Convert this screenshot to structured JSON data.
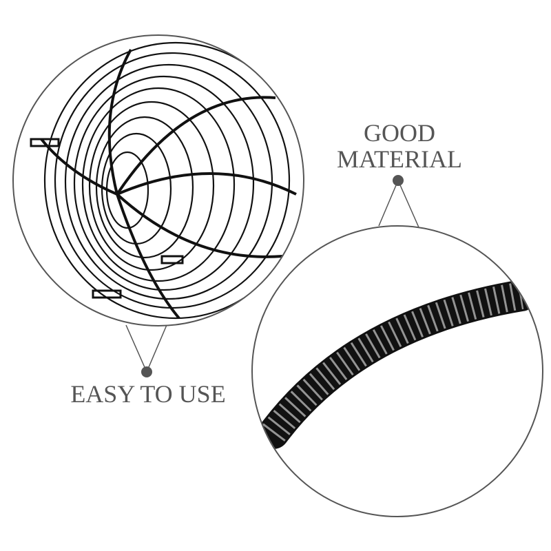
{
  "callouts": [
    {
      "id": "good-material",
      "lines": [
        "GOOD",
        "MATERIAL"
      ]
    },
    {
      "id": "easy-to-use",
      "lines": [
        "EASY TO USE"
      ]
    }
  ],
  "colors": {
    "text": "#555555",
    "outline": "#555555",
    "wire": "#111111",
    "background": "#ffffff"
  },
  "images": [
    {
      "name": "wire-basket-detail",
      "description": "close-up of black wire basket"
    },
    {
      "name": "spring-coil-detail",
      "description": "close-up of black coiled spring wire"
    }
  ]
}
